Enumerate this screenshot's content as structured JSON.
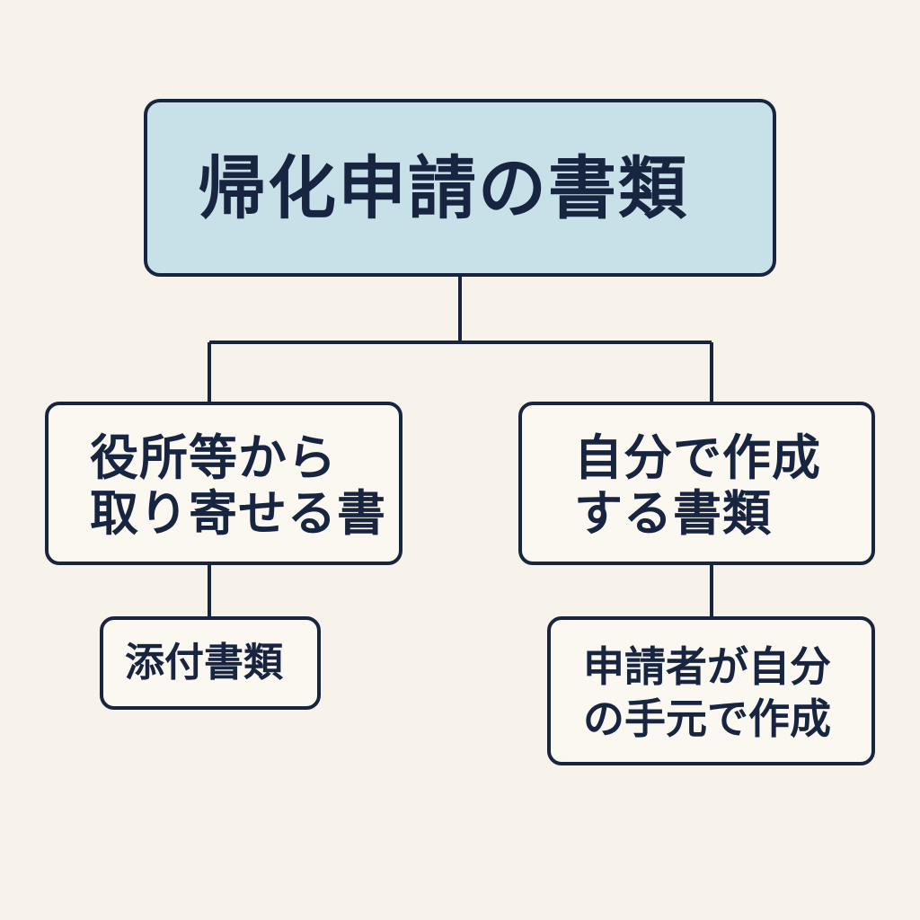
{
  "diagram": {
    "root": {
      "title": "帰化申請の書類"
    },
    "branches": [
      {
        "label_line_1": "役所等から",
        "label_line_2": "取り寄せる書"
      },
      {
        "label_line_1": "自分で作成",
        "label_line_2": "する書類"
      }
    ],
    "leaves": [
      {
        "label": "添付書類"
      },
      {
        "label_line_1": "申請者が自分",
        "label_line_2": "の手元で作成"
      }
    ]
  },
  "colors": {
    "background": "#f8f3ea",
    "stroke": "#172540",
    "root_fill": "#c8e1e8",
    "node_fill": "#fbf7f1"
  }
}
